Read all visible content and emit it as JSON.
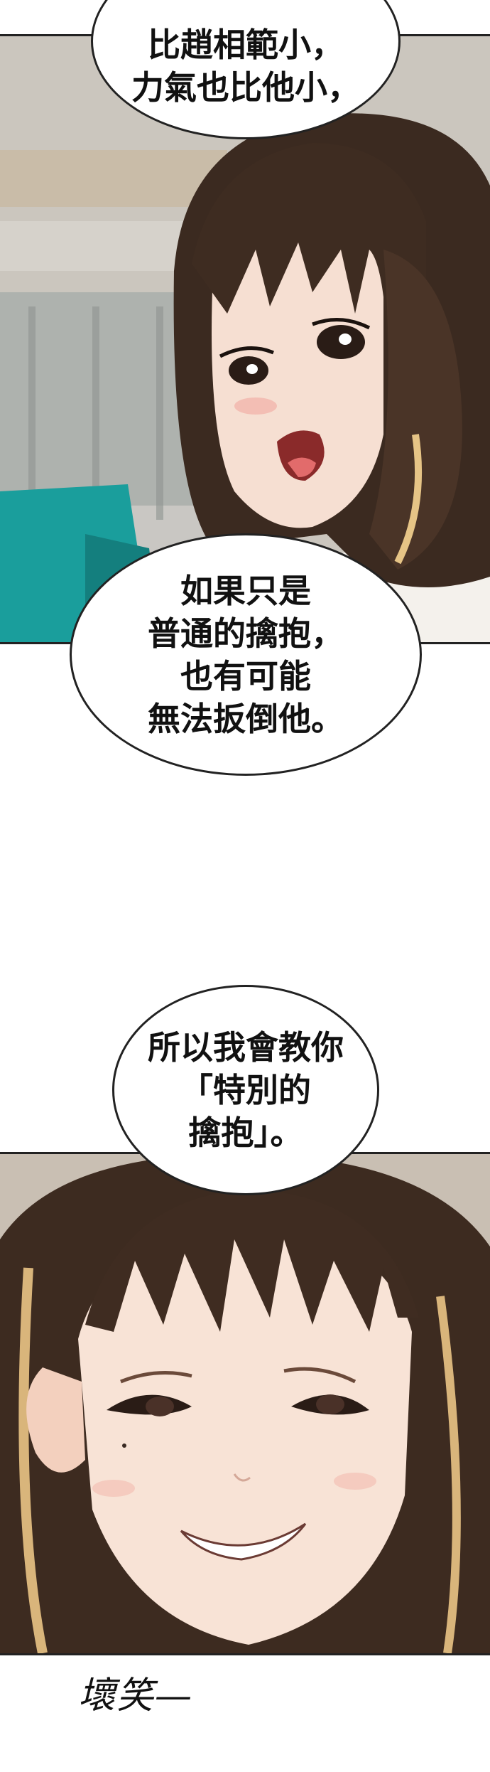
{
  "bubbles": [
    {
      "text": "比趙相範小，\n力氣也比他小，"
    },
    {
      "text": "如果只是\n普通的擒抱，\n也有可能\n無法扳倒他。"
    },
    {
      "text": "所以我會教你\n「特別的\n擒抱」。"
    }
  ],
  "sfx": "壞笑—"
}
